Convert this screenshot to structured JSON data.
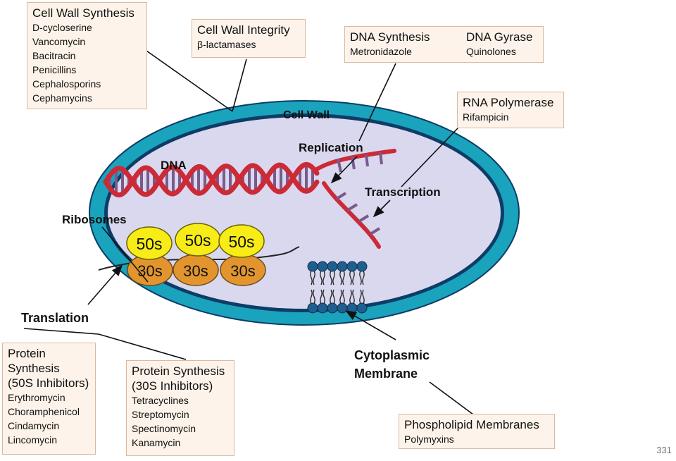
{
  "labels": {
    "cell_wall": "Cell Wall",
    "dna": "DNA",
    "replication": "Replication",
    "transcription": "Transcription",
    "ribosomes": "Ribosomes",
    "translation": "Translation",
    "cytoplasmic_membrane_1": "Cytoplasmic",
    "cytoplasmic_membrane_2": "Membrane",
    "ribo_large": [
      "50s",
      "50s",
      "50s"
    ],
    "ribo_small": [
      "30s",
      "30s",
      "30s"
    ]
  },
  "boxes": {
    "cell_wall_synthesis": {
      "heading": "Cell Wall Synthesis",
      "items": [
        "D-cycloserine",
        "Vancomycin",
        "Bacitracin",
        "Penicillins",
        "Cephalosporins",
        "Cephamycins"
      ]
    },
    "cell_wall_integrity": {
      "heading": "Cell Wall Integrity",
      "items": [
        "β-lactamases"
      ]
    },
    "dna_synthesis": {
      "heading": "DNA Synthesis",
      "items": [
        "Metronidazole"
      ]
    },
    "dna_gyrase": {
      "heading": "DNA Gyrase",
      "items": [
        "Quinolones"
      ]
    },
    "rna_polymerase": {
      "heading": "RNA Polymerase",
      "items": [
        "Rifampicin"
      ]
    },
    "protein_50s": {
      "heading_lines": [
        "Protein",
        "Synthesis",
        "(50S Inhibitors)"
      ],
      "items": [
        "Erythromycin",
        "Choramphenicol",
        "Cindamycin",
        "Lincomycin"
      ]
    },
    "protein_30s": {
      "heading_lines": [
        "Protein Synthesis",
        "(30S Inhibitors)"
      ],
      "items": [
        "Tetracyclines",
        "Streptomycin",
        "Spectinomycin",
        "Kanamycin"
      ]
    },
    "phospholipid": {
      "heading": "Phospholipid Membranes",
      "items": [
        "Polymyxins"
      ]
    }
  },
  "page_number": "331",
  "colors": {
    "cell_wall": "#1aa3bd",
    "membrane": "#0d3d66",
    "cytoplasm": "#d9d8ee",
    "dna": "#cc2a36",
    "dna_rungs": "#7a5a8c",
    "ribosome_50s": "#f7ec17",
    "ribosome_30s": "#e2952e",
    "phospholipid_head": "#1f5f8f",
    "box_fill": "#fdf3ea",
    "box_border": "#d9b9a0"
  }
}
